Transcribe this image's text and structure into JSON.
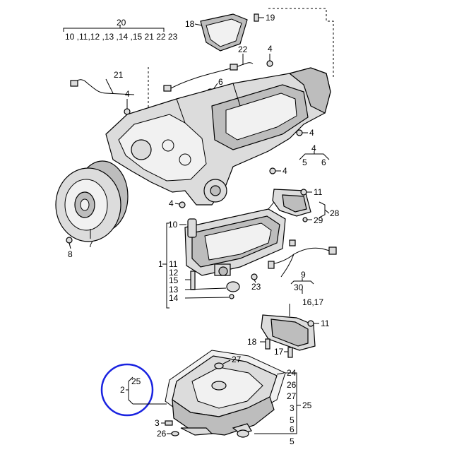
{
  "labels": {
    "l20": "20",
    "l20_list": "10 ,11,12 ,13 ,14 ,15 21 22 23",
    "l18": "18",
    "l19": "19",
    "l22": "22",
    "l4a": "4",
    "l21": "21",
    "l4b": "4",
    "l6": "6",
    "l4c": "4",
    "l4d": "4",
    "l4e": "4",
    "l5a": "5",
    "l6b": "6",
    "l4f": "4",
    "l11a": "11",
    "l28": "28",
    "l29": "29",
    "l7": "7",
    "l8": "8",
    "l10": "10",
    "l1": "1",
    "l11b": "11",
    "l12": "12",
    "l15": "15",
    "l13": "13",
    "l14": "14",
    "l23": "23",
    "l30": "30",
    "l9": "9",
    "l16_17": "16,17",
    "l11c": "11",
    "l18b": "18",
    "l17": "17",
    "l27a": "27",
    "l24": "24",
    "l26a": "26",
    "l27b": "27",
    "l3a": "3",
    "l25": "25",
    "l5b": "5",
    "l6c": "6",
    "l5c": "5",
    "l3b": "3",
    "l26b": "26",
    "l25c": "25",
    "l2": "2"
  },
  "highlight_color": "#1a23e0"
}
